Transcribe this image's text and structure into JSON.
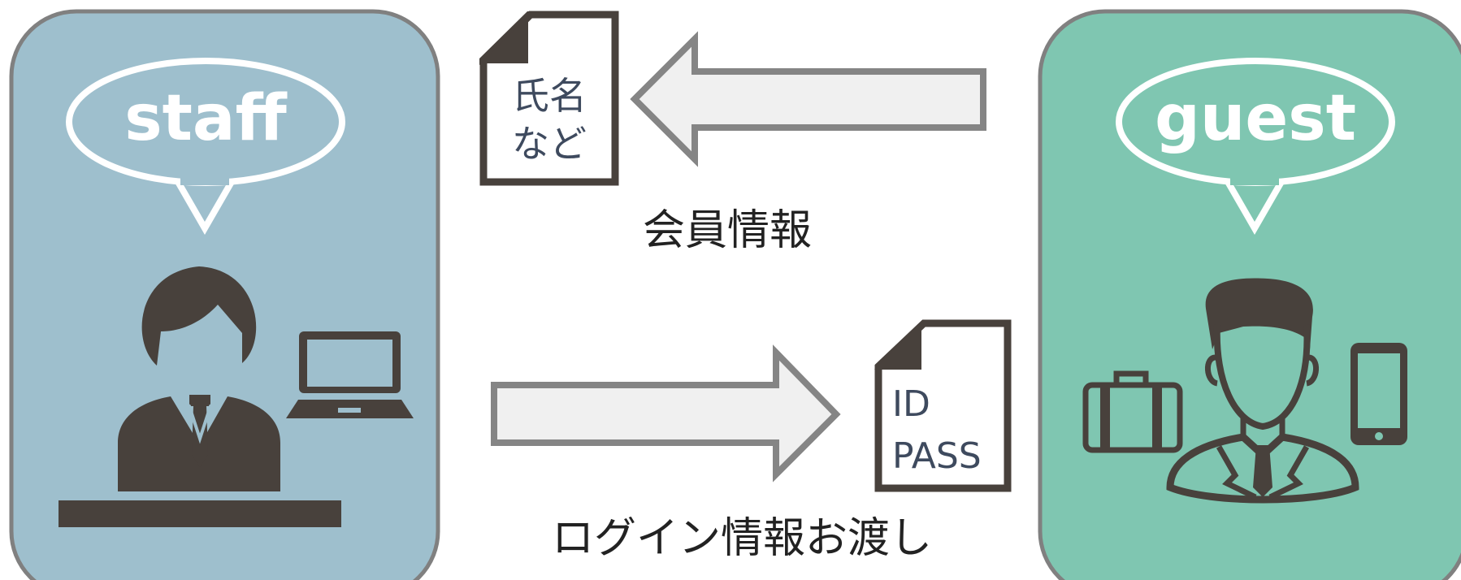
{
  "staff": {
    "label": "staff"
  },
  "guest": {
    "label": "guest"
  },
  "documents": {
    "member_doc": {
      "line1": "氏名",
      "line2": "など"
    },
    "login_doc": {
      "line1": "ID",
      "line2": "PASS"
    }
  },
  "captions": {
    "member_info": "会員情報",
    "login_handover": "ログイン情報お渡し"
  },
  "colors": {
    "staff_panel": "#9ebfcd",
    "guest_panel": "#7fc6b1",
    "panel_border": "#808080",
    "icon_dark": "#48413c",
    "arrow_fill": "#f0f0f0",
    "arrow_border": "#858585"
  },
  "icons": {
    "staff_person": "receptionist-icon",
    "staff_laptop": "laptop-icon",
    "guest_person": "businessman-icon",
    "guest_suitcase": "suitcase-icon",
    "guest_phone": "smartphone-icon"
  }
}
